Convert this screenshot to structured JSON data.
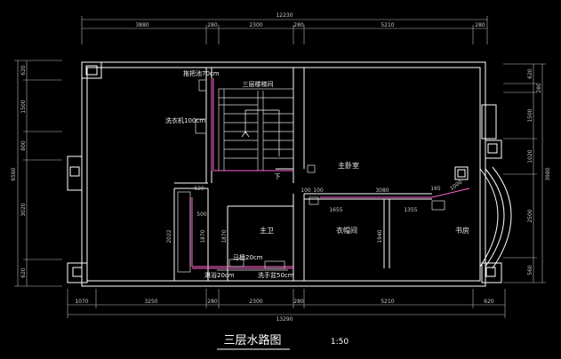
{
  "dimensions": {
    "top_total": "12230",
    "top_segments": [
      "3880",
      "280",
      "2300",
      "280",
      "5210",
      "280"
    ],
    "bottom_segments": [
      "1070",
      "3250",
      "280",
      "2300",
      "280",
      "5210",
      "620"
    ],
    "bottom_total": "13290",
    "left_total": "6560",
    "left_segments": [
      "620",
      "1500",
      "800",
      "3020",
      "620"
    ],
    "right_segments": [
      "620",
      "280",
      "1500",
      "1020",
      "2500",
      "560"
    ],
    "right_total": "3980",
    "interior": {
      "d620": "620",
      "d100a": "100",
      "d100b": "100",
      "d3080": "3080",
      "d165": "165",
      "d1000": "1000",
      "d1655": "1655",
      "d1355": "1355",
      "d500": "500",
      "d2022": "2022",
      "d1870a": "1870",
      "d1870b": "1870",
      "d1940": "1940"
    }
  },
  "labels": {
    "stair": "三层楼梯间",
    "mop_sink": "拖把池70cm",
    "washer": "洗衣机100cm",
    "down": "下",
    "master_bedroom": "主卧室",
    "master_bath": "主卫",
    "closet": "衣帽间",
    "study": "书房",
    "toilet": "马桶20cm",
    "shower": "淋浴20cm",
    "basin": "洗手盆50cm"
  },
  "title": "三层水路图",
  "scale": "1:50",
  "colors": {
    "background": "#000000",
    "wall": "#ffffff",
    "dimension": "#c8c8c8",
    "pipe": "#ff66cc",
    "fixture": "#e0e0e0"
  }
}
